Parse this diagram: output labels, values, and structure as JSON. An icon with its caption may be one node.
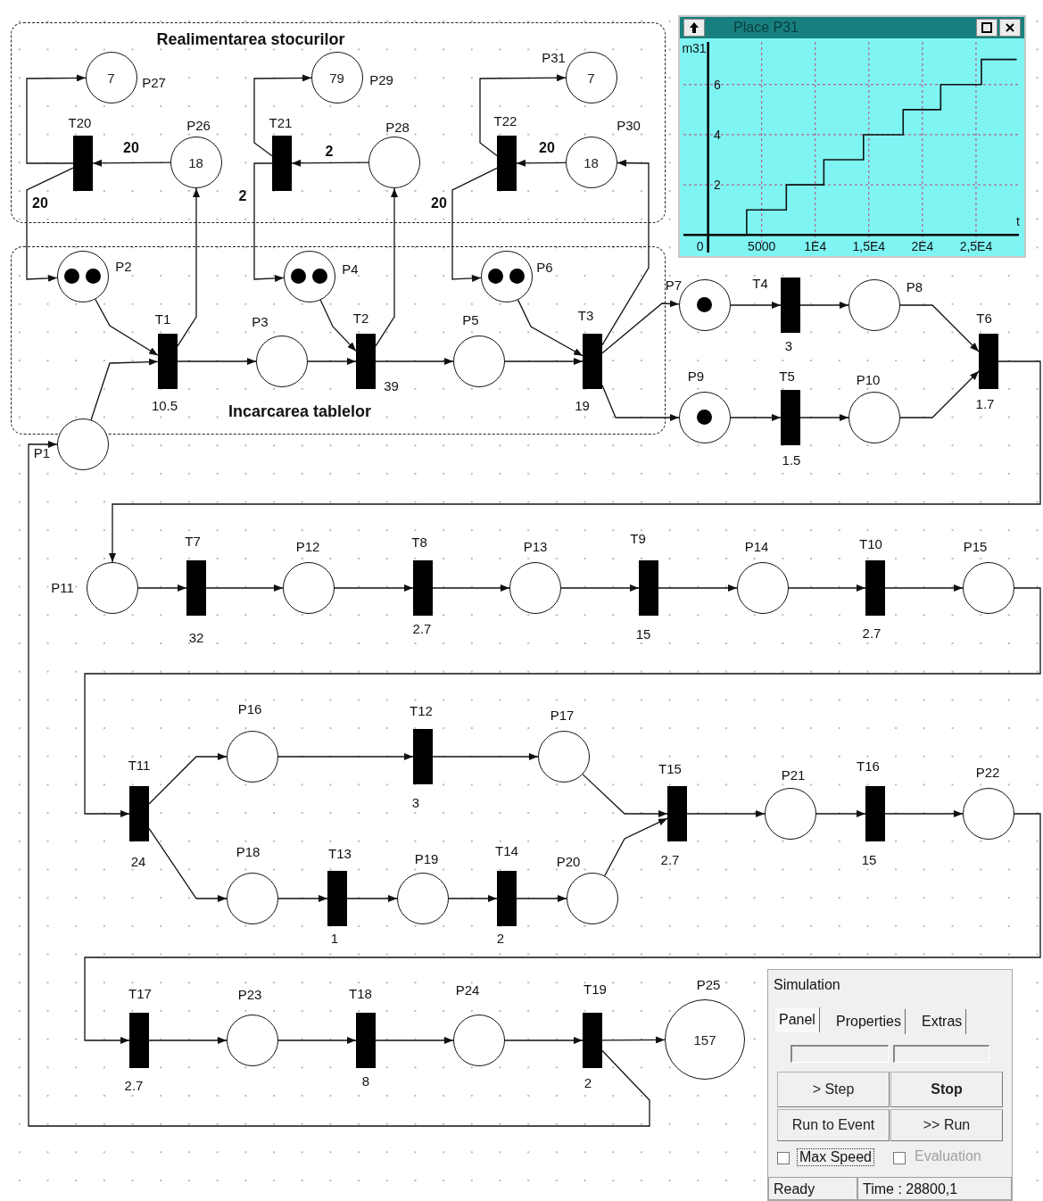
{
  "diagram": {
    "nodes": [
      {
        "text": [
          "Realimentarea stocurilor"
        ]
      },
      {
        "text": [
          "7",
          "P27"
        ],
        "in": 0
      },
      {
        "text": [
          "T20"
        ],
        "in": 0
      },
      {
        "text": [
          "P26",
          "18"
        ],
        "in": 0
      },
      {
        "text": [
          "T21"
        ],
        "in": 0
      },
      {
        "text": [
          "79",
          "P29"
        ],
        "in": 0
      },
      {
        "text": [
          "P28"
        ],
        "in": 0
      },
      {
        "text": [
          "T22"
        ],
        "in": 0
      },
      {
        "text": [
          "P31",
          "7"
        ],
        "in": 0
      },
      {
        "text": [
          "P30",
          "18"
        ],
        "in": 0
      },
      {
        "text": [
          "Incarcarea tablelor"
        ]
      },
      {
        "text": [
          "P2"
        ],
        "in": 10
      },
      {
        "text": [
          "P4"
        ],
        "in": 10
      },
      {
        "text": [
          "P6"
        ],
        "in": 10
      },
      {
        "text": [
          "T1"
        ],
        "beside": [
          "10.5"
        ],
        "in": 10
      },
      {
        "text": [
          "P3"
        ],
        "in": 10
      },
      {
        "text": [
          "T2"
        ],
        "beside": [
          "39"
        ],
        "in": 10
      },
      {
        "text": [
          "P5"
        ],
        "in": 10
      },
      {
        "text": [
          "T3"
        ],
        "beside": [
          "19"
        ],
        "in": 10
      },
      {
        "text": [
          "P1"
        ]
      },
      {
        "text": [
          "P7"
        ]
      },
      {
        "text": [
          "T4"
        ],
        "beside": [
          "3"
        ]
      },
      {
        "text": [
          "P8"
        ]
      },
      {
        "text": [
          "T6"
        ],
        "beside": [
          "1.7"
        ]
      },
      {
        "text": [
          "P9"
        ]
      },
      {
        "text": [
          "T5"
        ],
        "beside": [
          "1.5"
        ]
      },
      {
        "text": [
          "P10"
        ]
      },
      {
        "text": [
          "P11"
        ]
      },
      {
        "text": [
          "T7"
        ],
        "beside": [
          "32"
        ]
      },
      {
        "text": [
          "P12"
        ]
      },
      {
        "text": [
          "T8"
        ],
        "beside": [
          "2.7"
        ]
      },
      {
        "text": [
          "P13"
        ]
      },
      {
        "text": [
          "T9"
        ],
        "beside": [
          "15"
        ]
      },
      {
        "text": [
          "P14"
        ]
      },
      {
        "text": [
          "T10"
        ],
        "beside": [
          "2.7"
        ]
      },
      {
        "text": [
          "P15"
        ]
      },
      {
        "text": [
          "T11"
        ],
        "beside": [
          "24"
        ]
      },
      {
        "text": [
          "P16"
        ]
      },
      {
        "text": [
          "T12"
        ],
        "beside": [
          "3"
        ]
      },
      {
        "text": [
          "P17"
        ]
      },
      {
        "text": [
          "T15"
        ],
        "beside": [
          "2.7"
        ]
      },
      {
        "text": [
          "P21"
        ]
      },
      {
        "text": [
          "T16"
        ],
        "beside": [
          "15"
        ]
      },
      {
        "text": [
          "P22"
        ]
      },
      {
        "text": [
          "P18"
        ]
      },
      {
        "text": [
          "T13"
        ],
        "beside": [
          "1"
        ]
      },
      {
        "text": [
          "P19"
        ]
      },
      {
        "text": [
          "T14"
        ],
        "beside": [
          "2"
        ]
      },
      {
        "text": [
          "P20"
        ]
      },
      {
        "text": [
          "T17"
        ],
        "beside": [
          "2.7"
        ]
      },
      {
        "text": [
          "P23"
        ]
      },
      {
        "text": [
          "T18"
        ],
        "beside": [
          "8"
        ]
      },
      {
        "text": [
          "P24"
        ]
      },
      {
        "text": [
          "T19"
        ],
        "beside": [
          "2"
        ]
      },
      {
        "text": [
          "P25",
          "157"
        ]
      }
    ],
    "edges": [
      {
        "from": 3,
        "to": 2,
        "arrow": "to",
        "label": "20"
      },
      {
        "from": 2,
        "to": 1,
        "arrow": "to"
      },
      {
        "from": 2,
        "to": 11,
        "arrow": "to",
        "label": "20"
      },
      {
        "from": 6,
        "to": 4,
        "arrow": "to",
        "label": "2"
      },
      {
        "from": 4,
        "to": 5,
        "arrow": "to"
      },
      {
        "from": 4,
        "to": 12,
        "arrow": "to",
        "label": "2"
      },
      {
        "from": 9,
        "to": 7,
        "arrow": "to",
        "label": "20"
      },
      {
        "from": 7,
        "to": 8,
        "arrow": "to"
      },
      {
        "from": 7,
        "to": 13,
        "arrow": "to",
        "label": "20"
      },
      {
        "from": 11,
        "to": 14,
        "arrow": "to"
      },
      {
        "from": 19,
        "to": 14,
        "arrow": "to"
      },
      {
        "from": 14,
        "to": 15,
        "arrow": "to"
      },
      {
        "from": 14,
        "to": 3,
        "arrow": "to"
      },
      {
        "from": 12,
        "to": 16,
        "arrow": "to"
      },
      {
        "from": 15,
        "to": 16,
        "arrow": "to"
      },
      {
        "from": 16,
        "to": 17,
        "arrow": "to"
      },
      {
        "from": 16,
        "to": 6,
        "arrow": "to"
      },
      {
        "from": 13,
        "to": 18,
        "arrow": "to"
      },
      {
        "from": 17,
        "to": 18,
        "arrow": "to"
      },
      {
        "from": 18,
        "to": 9,
        "arrow": "to"
      },
      {
        "from": 18,
        "to": 20,
        "arrow": "to"
      },
      {
        "from": 18,
        "to": 24,
        "arrow": "to"
      },
      {
        "from": 20,
        "to": 21,
        "arrow": "to"
      },
      {
        "from": 21,
        "to": 22,
        "arrow": "to"
      },
      {
        "from": 22,
        "to": 23,
        "arrow": "to"
      },
      {
        "from": 24,
        "to": 25,
        "arrow": "to"
      },
      {
        "from": 25,
        "to": 26,
        "arrow": "to"
      },
      {
        "from": 26,
        "to": 23,
        "arrow": "to"
      },
      {
        "from": 23,
        "to": 27,
        "arrow": "to"
      },
      {
        "from": 27,
        "to": 28,
        "arrow": "to"
      },
      {
        "from": 28,
        "to": 29,
        "arrow": "to"
      },
      {
        "from": 29,
        "to": 30,
        "arrow": "to"
      },
      {
        "from": 30,
        "to": 31,
        "arrow": "to"
      },
      {
        "from": 31,
        "to": 32,
        "arrow": "to"
      },
      {
        "from": 32,
        "to": 33,
        "arrow": "to"
      },
      {
        "from": 33,
        "to": 34,
        "arrow": "to"
      },
      {
        "from": 34,
        "to": 35,
        "arrow": "to"
      },
      {
        "from": 35,
        "to": 36,
        "arrow": "to"
      },
      {
        "from": 36,
        "to": 37,
        "arrow": "to"
      },
      {
        "from": 36,
        "to": 44,
        "arrow": "to"
      },
      {
        "from": 37,
        "to": 38,
        "arrow": "to"
      },
      {
        "from": 38,
        "to": 39,
        "arrow": "to"
      },
      {
        "from": 39,
        "to": 40,
        "arrow": "to"
      },
      {
        "from": 44,
        "to": 45,
        "arrow": "to"
      },
      {
        "from": 45,
        "to": 46,
        "arrow": "to"
      },
      {
        "from": 46,
        "to": 47,
        "arrow": "to"
      },
      {
        "from": 47,
        "to": 48,
        "arrow": "to"
      },
      {
        "from": 48,
        "to": 40,
        "arrow": "to"
      },
      {
        "from": 40,
        "to": 41,
        "arrow": "to"
      },
      {
        "from": 41,
        "to": 42,
        "arrow": "to"
      },
      {
        "from": 42,
        "to": 43,
        "arrow": "to"
      },
      {
        "from": 43,
        "to": 49,
        "arrow": "to"
      },
      {
        "from": 49,
        "to": 50,
        "arrow": "to"
      },
      {
        "from": 50,
        "to": 51,
        "arrow": "to"
      },
      {
        "from": 51,
        "to": 52,
        "arrow": "to"
      },
      {
        "from": 52,
        "to": 53,
        "arrow": "to"
      },
      {
        "from": 53,
        "to": 54,
        "arrow": "to"
      },
      {
        "from": 53,
        "to": 19,
        "arrow": "to"
      }
    ],
    "labels": [
      "Simulation",
      "Panel",
      "Properties",
      "Extras",
      "> Step",
      "Stop",
      "Run to Event",
      ">> Run",
      "Max Speed",
      "Evaluation",
      "Ready",
      "Time : 28800,1"
    ],
    "chart_data": {
      "type": "line",
      "title": "Place P31",
      "xlabel": "t",
      "ylabel": "m31",
      "x": [
        0,
        3600,
        3600,
        7300,
        7300,
        10800,
        10800,
        14500,
        14500,
        18200,
        18200,
        21700,
        21700,
        25500,
        25500,
        28800
      ],
      "values": [
        0,
        0,
        1,
        1,
        2,
        2,
        3,
        3,
        4,
        4,
        5,
        5,
        6,
        6,
        7,
        7
      ],
      "xlim": [
        -2300,
        29000
      ],
      "ylim": [
        -0.7,
        7.7
      ],
      "grid": true,
      "xticks": [
        0,
        5000,
        {
          "value": 10000,
          "label": "1E4"
        },
        {
          "value": 15000,
          "label": "1,5E4"
        },
        {
          "value": 20000,
          "label": "2E4"
        },
        {
          "value": 25000,
          "label": "2,5E4"
        }
      ],
      "yticks": [
        2,
        4,
        6
      ]
    }
  }
}
